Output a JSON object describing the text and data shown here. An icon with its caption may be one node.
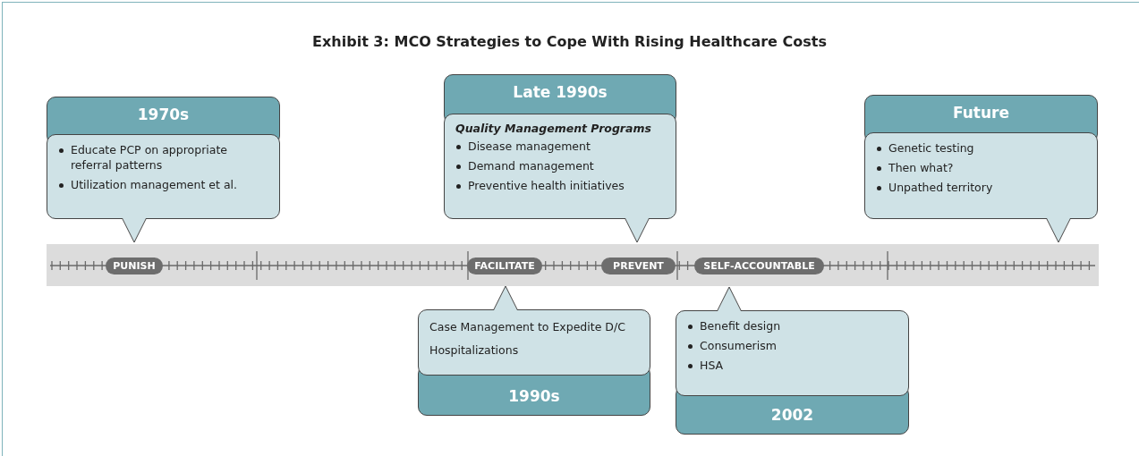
{
  "diagram": {
    "title": "Exhibit 3: MCO Strategies to Cope With Rising Healthcare Costs",
    "nodes": [
      {
        "text": [
          "1970s",
          "Educate PCP on appropriate referral patterns",
          "Utilization management et al."
        ]
      },
      {
        "text": [
          "Late 1990s",
          "Quality Management Programs",
          "Disease management",
          "Demand management",
          "Preventive health initiatives"
        ]
      },
      {
        "text": [
          "Future",
          "Genetic testing",
          "Then what?",
          "Unpathed territory"
        ]
      },
      {
        "text": [],
        "shape": "bar"
      },
      {
        "text": [
          "PUNISH"
        ],
        "in": 3
      },
      {
        "text": [
          "FACILITATE"
        ],
        "in": 3
      },
      {
        "text": [
          "PREVENT"
        ],
        "in": 3
      },
      {
        "text": [
          "SELF-ACCOUNTABLE"
        ],
        "in": 3
      },
      {
        "text": [
          "Case Management to Expedite D/C Hospitalizations",
          "1990s"
        ]
      },
      {
        "text": [
          "Benefit design",
          "Consumerism",
          "HSA",
          "2002"
        ]
      }
    ]
  }
}
